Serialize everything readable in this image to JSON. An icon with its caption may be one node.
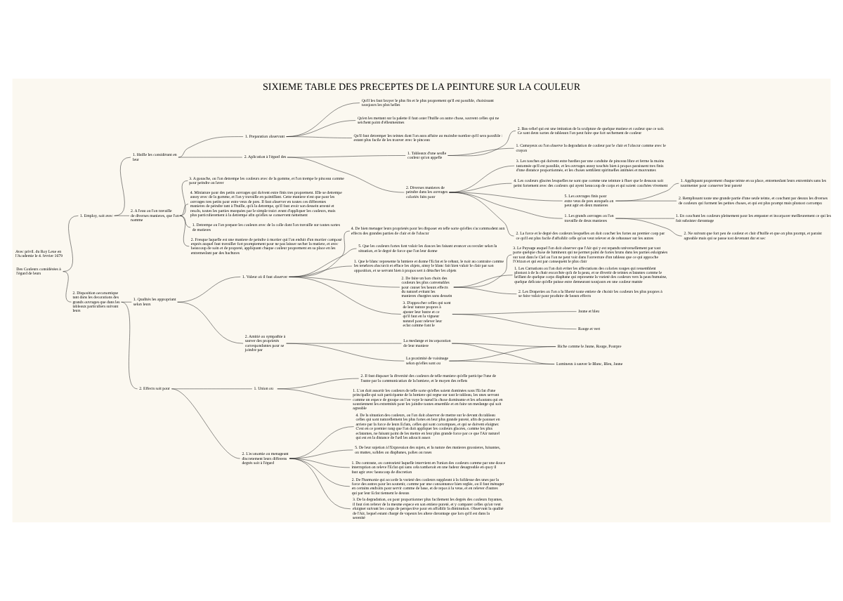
{
  "diagram": {
    "title": "SIXIEME TABLE DES PRECEPTES DE LA PEINTURE SUR LA COULEUR",
    "nodes": [
      {
        "text": [
          "Des Couleurs considérées à l'égard de leurs"
        ]
      },
      {
        "text": [
          "1. Employ, soit avec"
        ]
      },
      {
        "text": [
          "1. Huille les considérant en leur"
        ]
      },
      {
        "text": [
          "1. Preparation observant"
        ]
      },
      {
        "text": [
          "Qu'il les faut broyer le plus fin et le plus proprement qu'il est possible, choisissant tousjours les plus belles"
        ]
      },
      {
        "text": [
          "Qu'en les mettant sur la palette il faut oster l'huille ou autre chose, souvent celles qui ne seichent point d'ellesmesmes"
        ]
      },
      {
        "text": [
          "Qu'il faut detremper les teintes dont l'on aura affaire au moindre nombre qu'il sera possible : estant plus facile de les trouver avec le pinceau"
        ]
      },
      {
        "text": [
          "2. Aplication à l'égard des"
        ]
      },
      {
        "text": [
          "2. Diverses manieres de peindre dans les ouvrages coloriés faits pour"
        ]
      },
      {
        "text": [
          "1. Les grands ouvrages ou l'on travaille de deux manieres"
        ]
      },
      {
        "text": [
          "1. En couchant les couleurs pleinement pour les empaster et incorporer meilleurement ce qui les fait subsister davantage"
        ]
      },
      {
        "text": [
          "2. Ne suivant que fort peu de couleur et clair d'huille et que on plus prompt, et paraist agreable mais qui se passe tost devenant dur et sec"
        ]
      },
      {
        "text": [
          "2. La force et le degré des couleurs lesquelles on doit coucher les fortes au premier coup par ce qu'il est plus facile d'affoiblir celle qu'on veut relever et de rehausser sur les autres"
        ]
      },
      {
        "text": [
          "3. Les touches qui doivent estre hardies par une conduite de pinceau libre et ferme la moins tastonnée qu'il est possible, et les ouvrages aussy touchés bien à propos paraissent tres finis d'une distance proportionnée, et les choses semblent spirituelles animées et mouvantes"
        ]
      },
      {
        "text": [
          "4. Les couleurs glacées lesquelles ne sont que comme une teinture à fluer que le dessous soit peint fortement avec des couleurs qui ayent beaucoup de corps et qui soient couchées vivement"
        ]
      },
      {
        "text": [
          "5. Les ouvrages finis pour estre veus de pres auxquels on peut agir en deux manieres"
        ]
      },
      {
        "text": [
          "1. Appliquant proprement chaque teinte en sa place, entremeslant leurs extremités sans les tourmenter pour conserver leur pureté"
        ]
      },
      {
        "text": [
          "2. Remplissant toute une grande partie d'une seule teinte, et couchant par dessus les diverses de couleurs qui forment les petites choses, et qui est plus prompt mais plustost corrompu"
        ]
      },
      {
        "text": [
          "1. Tableaux d'une seulle couleur qu'on appelle"
        ]
      },
      {
        "text": [
          "1. Camayeux ou l'on observe la degradation de couleur par le clair et l'obscur comme avec le crayon"
        ]
      },
      {
        "text": [
          "2. Bas-relief qui est une imitation de la sculpture de quelque matiere et couleur que ce soit. Ce sont deux sortes de tableaux l'on peut faire que fort sechement de couleur"
        ]
      },
      {
        "text": [
          "2. A l'eau ou l'on travaille de diverses manieres, que l'on nomme"
        ]
      },
      {
        "text": [
          "1. Detrempe ou l'on prepare les couleurs avec de la colle dont l'on travaille sur toutes sortes de matieres"
        ]
      },
      {
        "text": [
          "2. Fresque laquelle est une maniere de peindre à mortier qui l'on enduit d'un mortier composé exprés auquel faut travailler fort promptement pour ne pas laisser secher la matiere, et avec beaucoup de soin et de propreté, appliquant chaque couleur proprement en sa place en les entremeslant par des hachures"
        ]
      },
      {
        "text": [
          "3. A gouache, ou l'on detrempe les couleurs avec de la gomme, et l'on trempe le pinceau comme pour peindre ou laver"
        ]
      },
      {
        "text": [
          "4. Miniature pour des petits ouvrages qui doivent estre finis tres proprement. Elle se detrempe aussy avec de la gomme, et l'on y travaille en pointillant. Cette maniere n'est que pour les ouvrages tres petits pour estre veus de pres. Il faut observer en toutes ces differentes manieres de peindre tant à l'huille, qu'à la detrempe, qu'il faut avoir son dessein arresté et resolu, toutes les parties marquées par le simple traict avant d'appliquer les couleurs, mais plus particulierement à la detrempe afin qu'elles se conservent nettement"
        ]
      },
      {
        "text": [
          "2. Disposition oeconomique tant dans les decorations des grands ouvrages que dans les tableaux particuliers suivant leurs"
        ]
      },
      {
        "text": [
          "1. Qualités les appropriant selon leurs"
        ]
      },
      {
        "text": [
          "1. Valeur où il faut observer"
        ]
      },
      {
        "text": [
          "1. Que le blanc represente la lumiere et donne l'Eclat et le rehaut, le noir au contraire comme les tenebres obscurcit et efface les objets, ainsy le blanc fait bien valoir le clair par son opposition, et se servant bien à propos sert à détacher les objets"
        ]
      },
      {
        "text": [
          "2. De faire un bon choix des couleurs les plus convenables pour causer les beaux effects du naturel evitant les manieres chargées sans dessein"
        ]
      },
      {
        "text": [
          "1. Les Carnations ou l'on doit eviter les affectations des colories rouges qui ressemblent plustost à de la chair escorchée qu'à de la peau, et se divertir de teintes eclatantes comme le brillant de quelque corps diaphane qui represente la varieté des couleurs vers la peau humaine, quelque delicate qu'elle puisse estre demeurant tousjours en une couleur mattée"
        ]
      },
      {
        "text": [
          "2. Les Draperies ou l'on a la liberté toute entiere de choisir les couleurs les plus propres à se faire valoir pour produire de beaux effects"
        ]
      },
      {
        "text": [
          "3. Le Paysage auquel l'on doit observer que l'Air qui y est repandu universellement par tout porte quelque chose de lumineux qui ne permet point de fortes bruns dans les parties esloignées sur tout dans le Ciel ou l'on ne peut voir dans l'ouverture d'un tableau que ce qui approche l'Orizon et qui est par consequent le plus clair"
        ]
      },
      {
        "text": [
          "3. D'approcher celles qui sont de leur nature propres à ajuster leur lustre et ce qu'il faut en la vigueur naturel pour relever leur eclat comme font le"
        ]
      },
      {
        "text": [
          "Rouge et vert"
        ]
      },
      {
        "text": [
          "Jaune et bleu"
        ]
      },
      {
        "text": [
          "4. De bien menager leurs proprietés pour les disposer en telle sorte qu'elles s'accommodent aux effects des grandes parties de clair et de l'obscur"
        ]
      },
      {
        "text": [
          "5. Que les couleurs fortes font valoir les douces les faisant avancer ou reculer selon la situation, et le degré de force que l'on leur donne"
        ]
      },
      {
        "text": [
          "2. Amitié ou sympathie à sauver des proprietés correspondantes pour se joindre par"
        ]
      },
      {
        "text": [
          "La meslange et incorporation de leur maniere"
        ]
      },
      {
        "text": [
          "La proximité de voisinage selon qu'elles sont ou"
        ]
      },
      {
        "text": [
          "Riche comme le Jaune, Rouge, Pourpre"
        ]
      },
      {
        "text": [
          "Lumineux à sauver le Blanc, Bleu, Jaune"
        ]
      },
      {
        "text": [
          "2. Effects soit pour"
        ]
      },
      {
        "text": [
          "1. Union ou"
        ]
      },
      {
        "text": [
          "1. L'on doit assortir les couleurs de telle sorte qu'elles soient dominées sous l'Eclat d'une principalle qui soit participante de la lumiere qui regne sur tout le tableau, les unes servant comme un espece de groupe ou l'on voye le nœud la chose dominante et les arboutans qui en soustiennent les extremités pour les joindre toutes ensemble et en faire un meslange qui soit agreable"
        ]
      },
      {
        "text": [
          "2. Il faut disposer la diversité des couleurs de telle maniere qu'elle participe l'une de l'autre par la communication de la lumiere, et le moyen des reflets"
        ]
      },
      {
        "text": [
          "2. L'economie ou menageant discretement leurs differens degrés soit à l'égard"
        ]
      },
      {
        "text": [
          "1. Du contraste, ou contrarieté laquelle intervient en l'union des couleurs comme par une douce interruption on releve l'Eclat qui sans cela tomberoit en une fadeur desagreable en quoy il faut agir avec beaucoup de discretion"
        ]
      },
      {
        "text": [
          "2. De l'harmonie qui accorde la varieté des couleurs suppleant à la foiblesse des unes par la force des autres pour les soutenir, comme par une consonnance bien reglée, ou il faut ménager en certains endroits pour servir comme de base, et de repos à la veue, et en relever d'autres qui par leur Eclat tiennent le dessus"
        ]
      },
      {
        "text": [
          "3. De la degradation, ou pour proportionner plus facilement les degrés des couleurs fuyantes, il faut s'en referer de la mesme espece en son entiere pureté, et y comparer celles qu'on veut eloigner suivant les coups de perspective pour en affoiblir la diminution. Observant la qualité de l'Air, lequel estant chargé de vapeurs les altere davantage que lors qu'il est dans la serenité"
        ]
      },
      {
        "text": [
          "4. De la situation des couleurs, ou l'on doit observer de mettre sur le devant du tableau celles qui sont naturellement les plus fortes en leur plus grande pureté, afin de pousser en arriere par la force de leurs Eclats, celles qui sont corrompues, et qui se doivent eloigner. C'est en ce premier rang que l'on doit appliquer les couleurs glacées, comme les plus eclatantes, ne faisant point de les mettre en leur plus grande force par ce que l'Air naturel qui est en la distance de l'œil les adoucit assez"
        ]
      },
      {
        "text": [
          "5. De leur sujetion à l'Expression des sujets, et la nature des matieres grossieres, luisantes, ou mattes, solides ou diaphanes, polies ou rases"
        ]
      }
    ],
    "edges": [
      {
        "from": 0,
        "to": 1,
        "arrow": "none"
      },
      {
        "from": 1,
        "to": 2,
        "arrow": "none"
      },
      {
        "from": 2,
        "to": 3,
        "arrow": "none"
      },
      {
        "from": 3,
        "to": 4,
        "arrow": "none"
      },
      {
        "from": 3,
        "to": 5,
        "arrow": "none"
      },
      {
        "from": 3,
        "to": 6,
        "arrow": "none"
      },
      {
        "from": 2,
        "to": 7,
        "arrow": "none"
      },
      {
        "from": 7,
        "to": 8,
        "arrow": "none"
      },
      {
        "from": 8,
        "to": 9,
        "arrow": "none"
      },
      {
        "from": 9,
        "to": 10,
        "arrow": "none"
      },
      {
        "from": 9,
        "to": 11,
        "arrow": "none"
      },
      {
        "from": 8,
        "to": 12,
        "arrow": "none"
      },
      {
        "from": 8,
        "to": 13,
        "arrow": "none"
      },
      {
        "from": 8,
        "to": 14,
        "arrow": "none"
      },
      {
        "from": 8,
        "to": 15,
        "arrow": "none"
      },
      {
        "from": 15,
        "to": 16,
        "arrow": "none"
      },
      {
        "from": 15,
        "to": 17,
        "arrow": "none"
      },
      {
        "from": 7,
        "to": 18,
        "arrow": "none"
      },
      {
        "from": 18,
        "to": 19,
        "arrow": "none"
      },
      {
        "from": 18,
        "to": 20,
        "arrow": "none"
      },
      {
        "from": 1,
        "to": 21,
        "arrow": "none"
      },
      {
        "from": 21,
        "to": 22,
        "arrow": "none"
      },
      {
        "from": 21,
        "to": 23,
        "arrow": "none"
      },
      {
        "from": 21,
        "to": 24,
        "arrow": "none"
      },
      {
        "from": 21,
        "to": 25,
        "arrow": "none"
      },
      {
        "from": 0,
        "to": 26,
        "arrow": "none"
      },
      {
        "from": 26,
        "to": 27,
        "arrow": "none"
      },
      {
        "from": 27,
        "to": 28,
        "arrow": "none"
      },
      {
        "from": 28,
        "to": 29,
        "arrow": "none"
      },
      {
        "from": 28,
        "to": 30,
        "arrow": "none"
      },
      {
        "from": 30,
        "to": 31,
        "arrow": "none"
      },
      {
        "from": 30,
        "to": 32,
        "arrow": "none"
      },
      {
        "from": 30,
        "to": 33,
        "arrow": "none"
      },
      {
        "from": 28,
        "to": 34,
        "arrow": "none"
      },
      {
        "from": 34,
        "to": 35,
        "arrow": "none"
      },
      {
        "from": 34,
        "to": 36,
        "arrow": "none"
      },
      {
        "from": 28,
        "to": 37,
        "arrow": "none"
      },
      {
        "from": 28,
        "to": 38,
        "arrow": "none"
      },
      {
        "from": 27,
        "to": 39,
        "arrow": "none"
      },
      {
        "from": 39,
        "to": 40,
        "arrow": "none"
      },
      {
        "from": 39,
        "to": 41,
        "arrow": "none"
      },
      {
        "from": 40,
        "to": 42,
        "arrow": "none"
      },
      {
        "from": 40,
        "to": 43,
        "arrow": "none"
      },
      {
        "from": 41,
        "to": 42,
        "arrow": "none"
      },
      {
        "from": 41,
        "to": 43,
        "arrow": "none"
      },
      {
        "from": 26,
        "to": 44,
        "arrow": "none"
      },
      {
        "from": 44,
        "to": 45,
        "arrow": "none"
      },
      {
        "from": 45,
        "to": 46,
        "arrow": "none"
      },
      {
        "from": 45,
        "to": 47,
        "arrow": "none"
      },
      {
        "from": 44,
        "to": 48,
        "arrow": "none"
      },
      {
        "from": 48,
        "to": 49,
        "arrow": "none"
      },
      {
        "from": 48,
        "to": 50,
        "arrow": "none"
      },
      {
        "from": 48,
        "to": 51,
        "arrow": "none"
      },
      {
        "from": 48,
        "to": 52,
        "arrow": "none"
      },
      {
        "from": 48,
        "to": 53,
        "arrow": "none"
      }
    ],
    "labels": [
      "Avec privil. du Roy Leue en l'Academie le 4. fevrier 1679"
    ]
  }
}
